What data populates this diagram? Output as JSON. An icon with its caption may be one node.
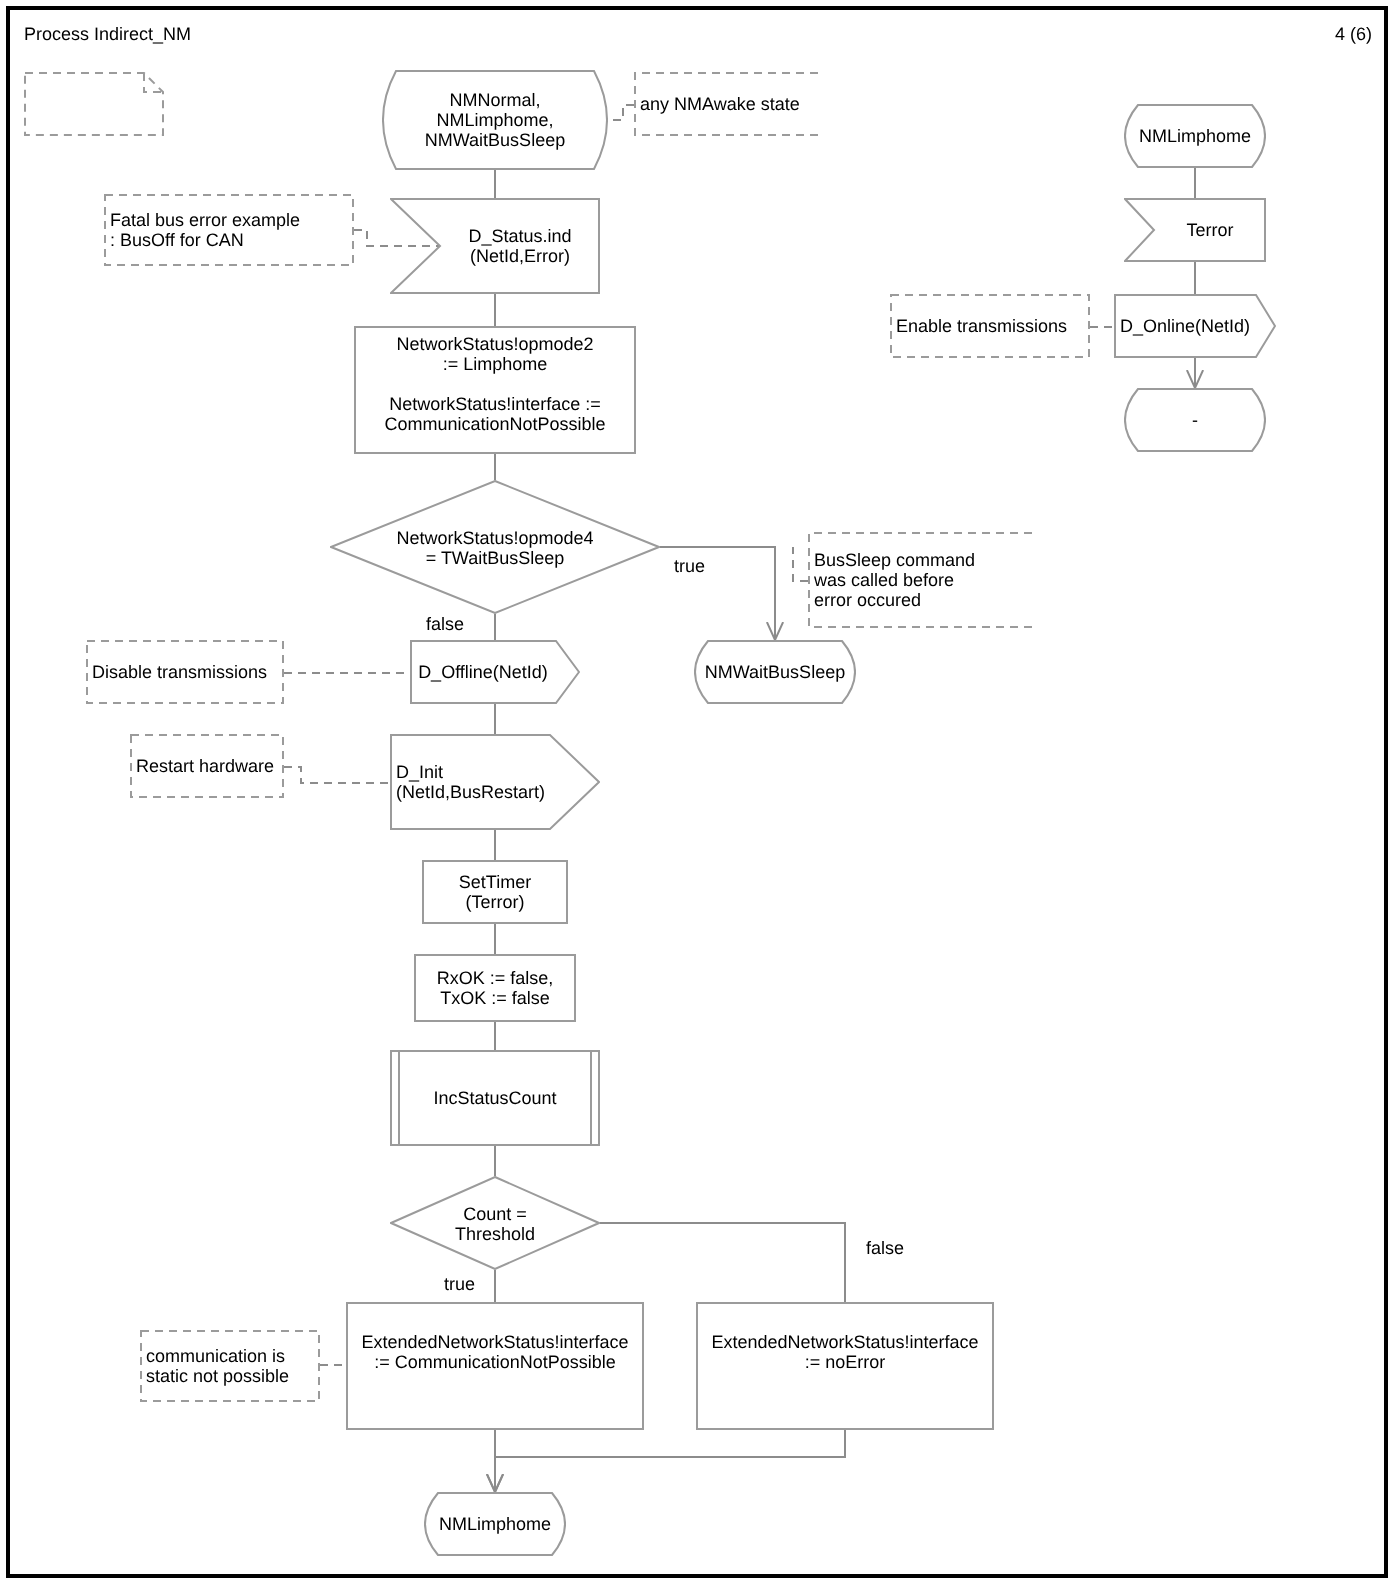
{
  "diagram": {
    "title": "Process Indirect_NM",
    "nodes": [
      {
        "text": [],
        "shape": "box"
      },
      {
        "text": [
          "NMNormal, NMLimphome, NMWaitBusSleep"
        ]
      },
      {
        "text": [
          "any NMAwake state"
        ]
      },
      {
        "text": [
          "Fatal bus error example : BusOff for CAN"
        ]
      },
      {
        "text": [
          "D_Status.ind (NetId,Error)"
        ]
      },
      {
        "text": [
          "NetworkStatus!opmode2 := Limphome",
          "NetworkStatus!interface := CommunicationNotPossible"
        ]
      },
      {
        "text": [
          "NetworkStatus!opmode4 = TWaitBusSleep"
        ]
      },
      {
        "text": [
          "BusSleep command was called before error occured"
        ]
      },
      {
        "text": [
          "D_Offline(NetId)"
        ]
      },
      {
        "text": [
          "Disable transmissions"
        ]
      },
      {
        "text": [
          "NMWaitBusSleep"
        ]
      },
      {
        "text": [
          "D_Init (NetId,BusRestart)"
        ]
      },
      {
        "text": [
          "Restart hardware"
        ]
      },
      {
        "text": [
          "SetTimer (Terror)"
        ]
      },
      {
        "text": [
          "RxOK := false, TxOK := false"
        ]
      },
      {
        "text": [
          "IncStatusCount"
        ]
      },
      {
        "text": [
          "Count = Threshold"
        ]
      },
      {
        "text": [
          "communication is static not possible"
        ]
      },
      {
        "text": [
          "ExtendedNetworkStatus!interface := CommunicationNotPossible"
        ]
      },
      {
        "text": [
          "ExtendedNetworkStatus!interface := noError"
        ]
      },
      {
        "text": [
          "NMLimphome"
        ]
      },
      {
        "text": [
          "NMLimphome"
        ]
      },
      {
        "text": [
          "Terror"
        ]
      },
      {
        "text": [
          "D_Online(NetId)"
        ]
      },
      {
        "text": [
          "Enable transmissions"
        ]
      },
      {
        "text": [
          "-"
        ]
      }
    ],
    "edges": [
      {
        "from": 1,
        "to": 4,
        "arrow": "none"
      },
      {
        "from": 4,
        "to": 5,
        "arrow": "none"
      },
      {
        "from": 5,
        "to": 6,
        "arrow": "none"
      },
      {
        "from": 6,
        "to": 10,
        "arrow": "to",
        "label": "true"
      },
      {
        "from": 6,
        "to": 8,
        "arrow": "none",
        "label": "false"
      },
      {
        "from": 8,
        "to": 11,
        "arrow": "none"
      },
      {
        "from": 11,
        "to": 13,
        "arrow": "none"
      },
      {
        "from": 13,
        "to": 14,
        "arrow": "none"
      },
      {
        "from": 14,
        "to": 15,
        "arrow": "none"
      },
      {
        "from": 15,
        "to": 16,
        "arrow": "none"
      },
      {
        "from": 16,
        "to": 18,
        "arrow": "none",
        "label": "true"
      },
      {
        "from": 16,
        "to": 19,
        "arrow": "none",
        "label": "false"
      },
      {
        "from": 18,
        "to": 20,
        "arrow": "to"
      },
      {
        "from": 19,
        "to": 20,
        "arrow": "to"
      },
      {
        "from": 21,
        "to": 22,
        "arrow": "none"
      },
      {
        "from": 22,
        "to": 23,
        "arrow": "none"
      },
      {
        "from": 23,
        "to": 25,
        "arrow": "to"
      },
      {
        "from": 2,
        "to": 1,
        "arrow": "none",
        "style": "dashed"
      },
      {
        "from": 3,
        "to": 4,
        "arrow": "none",
        "style": "dashed"
      },
      {
        "from": 7,
        "to": null,
        "arrow": "none",
        "style": "dashed"
      },
      {
        "from": 9,
        "to": 8,
        "arrow": "none",
        "style": "dashed"
      },
      {
        "from": 12,
        "to": 11,
        "arrow": "none",
        "style": "dashed"
      },
      {
        "from": 17,
        "to": 18,
        "arrow": "none",
        "style": "dashed"
      },
      {
        "from": 24,
        "to": 23,
        "arrow": "none",
        "style": "dashed"
      }
    ],
    "labels": [
      "4 (6)"
    ]
  }
}
